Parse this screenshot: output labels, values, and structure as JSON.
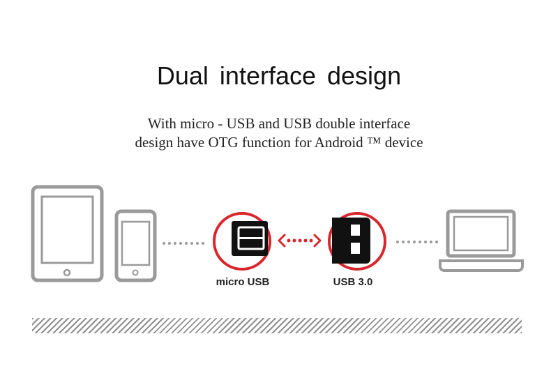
{
  "header": {
    "title": "Dual  interface  design",
    "subtitle_line1": "With micro - USB and USB double interface",
    "subtitle_line2": "design have OTG function for Android ™ device"
  },
  "ports": {
    "micro_usb_label": "micro USB",
    "usb3_label": "USB 3.0"
  },
  "colors": {
    "accent_red": "#d8262c",
    "device_gray": "#9a9a9a",
    "connector_black": "#111111"
  },
  "icons": [
    "tablet-icon",
    "phone-icon",
    "micro-usb-port-icon",
    "usb-port-icon",
    "laptop-icon",
    "double-arrow-icon"
  ]
}
